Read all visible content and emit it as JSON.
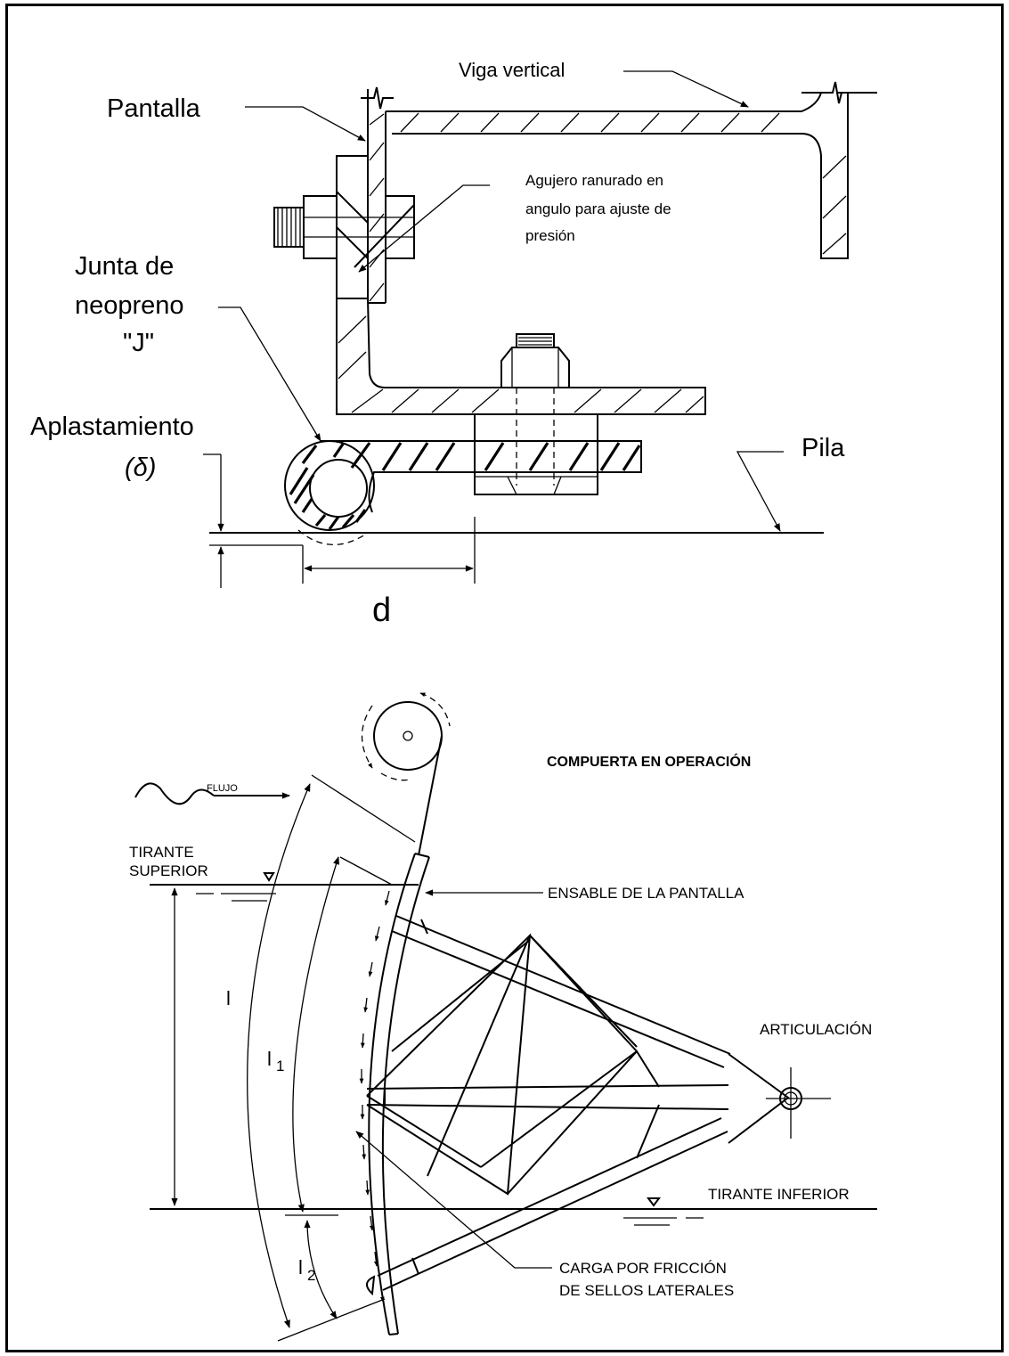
{
  "detail": {
    "viga_vertical": "Viga vertical",
    "pantalla": "Pantalla",
    "agujero_line1": "Agujero ranurado en",
    "agujero_line2": "angulo para ajuste de",
    "agujero_line3": "presión",
    "junta_line1": "Junta de",
    "junta_line2": "neopreno",
    "junta_line3": "\"J\"",
    "aplastamiento": "Aplastamiento",
    "delta": "(δ)",
    "pila": "Pila",
    "d": "d"
  },
  "gate": {
    "title": "COMPUERTA EN OPERACIÓN",
    "flujo": "FLUJO",
    "tirante_superior_1": "TIRANTE",
    "tirante_superior_2": "SUPERIOR",
    "ensamble": "ENSABLE DE LA PANTALLA",
    "articulacion": "ARTICULACIÓN",
    "tirante_inferior": "TIRANTE INFERIOR",
    "carga_1": "CARGA POR FRICCIÓN",
    "carga_2": "DE SELLOS LATERALES",
    "l": "l",
    "l1": "l",
    "l1_sub": "1",
    "l2": "l",
    "l2_sub": "2"
  },
  "colors": {
    "ink": "#000000",
    "background": "#ffffff"
  }
}
